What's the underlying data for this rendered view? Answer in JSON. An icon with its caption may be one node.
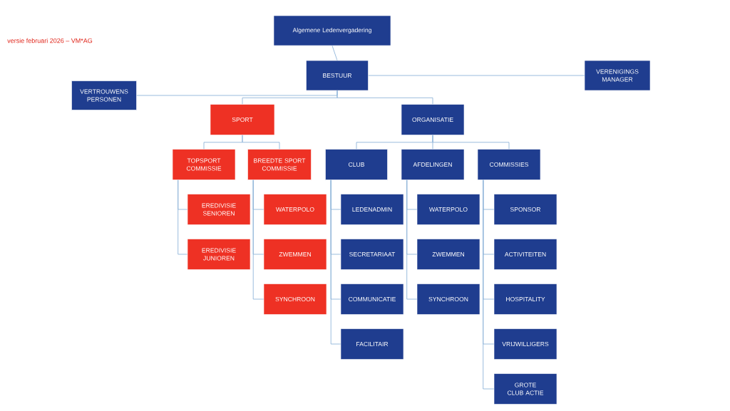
{
  "diagram": {
    "nodes": [
      {
        "text": [
          "Algemene Ledenvergadering"
        ]
      },
      {
        "text": [
          "BESTUUR"
        ]
      },
      {
        "text": [
          "VERENIGINGS MANAGER"
        ]
      },
      {
        "text": [
          "VERTROUWENS PERSONEN"
        ]
      },
      {
        "text": [
          "SPORT"
        ]
      },
      {
        "text": [
          "ORGANISATIE"
        ]
      },
      {
        "text": [
          "TOPSPORT COMMISSIE"
        ]
      },
      {
        "text": [
          "BREEDTE SPORT COMMISSIE"
        ]
      },
      {
        "text": [
          "CLUB"
        ]
      },
      {
        "text": [
          "AFDELINGEN"
        ]
      },
      {
        "text": [
          "COMMISSIES"
        ]
      },
      {
        "text": [
          "EREDIVISIE SENIOREN"
        ]
      },
      {
        "text": [
          "EREDIVISIE JUNIOREN"
        ]
      },
      {
        "text": [
          "WATERPOLO"
        ]
      },
      {
        "text": [
          "ZWEMMEN"
        ]
      },
      {
        "text": [
          "SYNCHROON"
        ]
      },
      {
        "text": [
          "LEDENADMIN"
        ]
      },
      {
        "text": [
          "SECRETARIAAT"
        ]
      },
      {
        "text": [
          "COMMUNICATIE"
        ]
      },
      {
        "text": [
          "FACILITAIR"
        ]
      },
      {
        "text": [
          "WATERPOLO"
        ]
      },
      {
        "text": [
          "ZWEMMEN"
        ]
      },
      {
        "text": [
          "SYNCHROON"
        ]
      },
      {
        "text": [
          "SPONSOR"
        ]
      },
      {
        "text": [
          "ACTIVITEITEN"
        ]
      },
      {
        "text": [
          "HOSPITALITY"
        ]
      },
      {
        "text": [
          "VRIJWILLIGERS"
        ]
      },
      {
        "text": [
          "GROTE CLUB ACTIE"
        ]
      }
    ],
    "edges": [
      {
        "from": 0,
        "to": 1,
        "arrow": "none"
      },
      {
        "from": 1,
        "to": 2,
        "arrow": "none"
      },
      {
        "from": 1,
        "to": 3,
        "arrow": "none"
      },
      {
        "from": 1,
        "to": 4,
        "arrow": "none"
      },
      {
        "from": 1,
        "to": 5,
        "arrow": "none"
      },
      {
        "from": 4,
        "to": 6,
        "arrow": "none"
      },
      {
        "from": 4,
        "to": 7,
        "arrow": "none"
      },
      {
        "from": 5,
        "to": 8,
        "arrow": "none"
      },
      {
        "from": 5,
        "to": 9,
        "arrow": "none"
      },
      {
        "from": 5,
        "to": 10,
        "arrow": "none"
      },
      {
        "from": 6,
        "to": 11,
        "arrow": "none"
      },
      {
        "from": 6,
        "to": 12,
        "arrow": "none"
      },
      {
        "from": 7,
        "to": 13,
        "arrow": "none"
      },
      {
        "from": 7,
        "to": 14,
        "arrow": "none"
      },
      {
        "from": 7,
        "to": 15,
        "arrow": "none"
      },
      {
        "from": 8,
        "to": 16,
        "arrow": "none"
      },
      {
        "from": 8,
        "to": 17,
        "arrow": "none"
      },
      {
        "from": 8,
        "to": 18,
        "arrow": "none"
      },
      {
        "from": 8,
        "to": 19,
        "arrow": "none"
      },
      {
        "from": 9,
        "to": 20,
        "arrow": "none"
      },
      {
        "from": 9,
        "to": 21,
        "arrow": "none"
      },
      {
        "from": 9,
        "to": 22,
        "arrow": "none"
      },
      {
        "from": 10,
        "to": 23,
        "arrow": "none"
      },
      {
        "from": 10,
        "to": 24,
        "arrow": "none"
      },
      {
        "from": 10,
        "to": 25,
        "arrow": "none"
      },
      {
        "from": 10,
        "to": 26,
        "arrow": "none"
      },
      {
        "from": 10,
        "to": 27,
        "arrow": "none"
      }
    ],
    "labels": [
      "versie februari 2026 – VM*AG"
    ]
  }
}
